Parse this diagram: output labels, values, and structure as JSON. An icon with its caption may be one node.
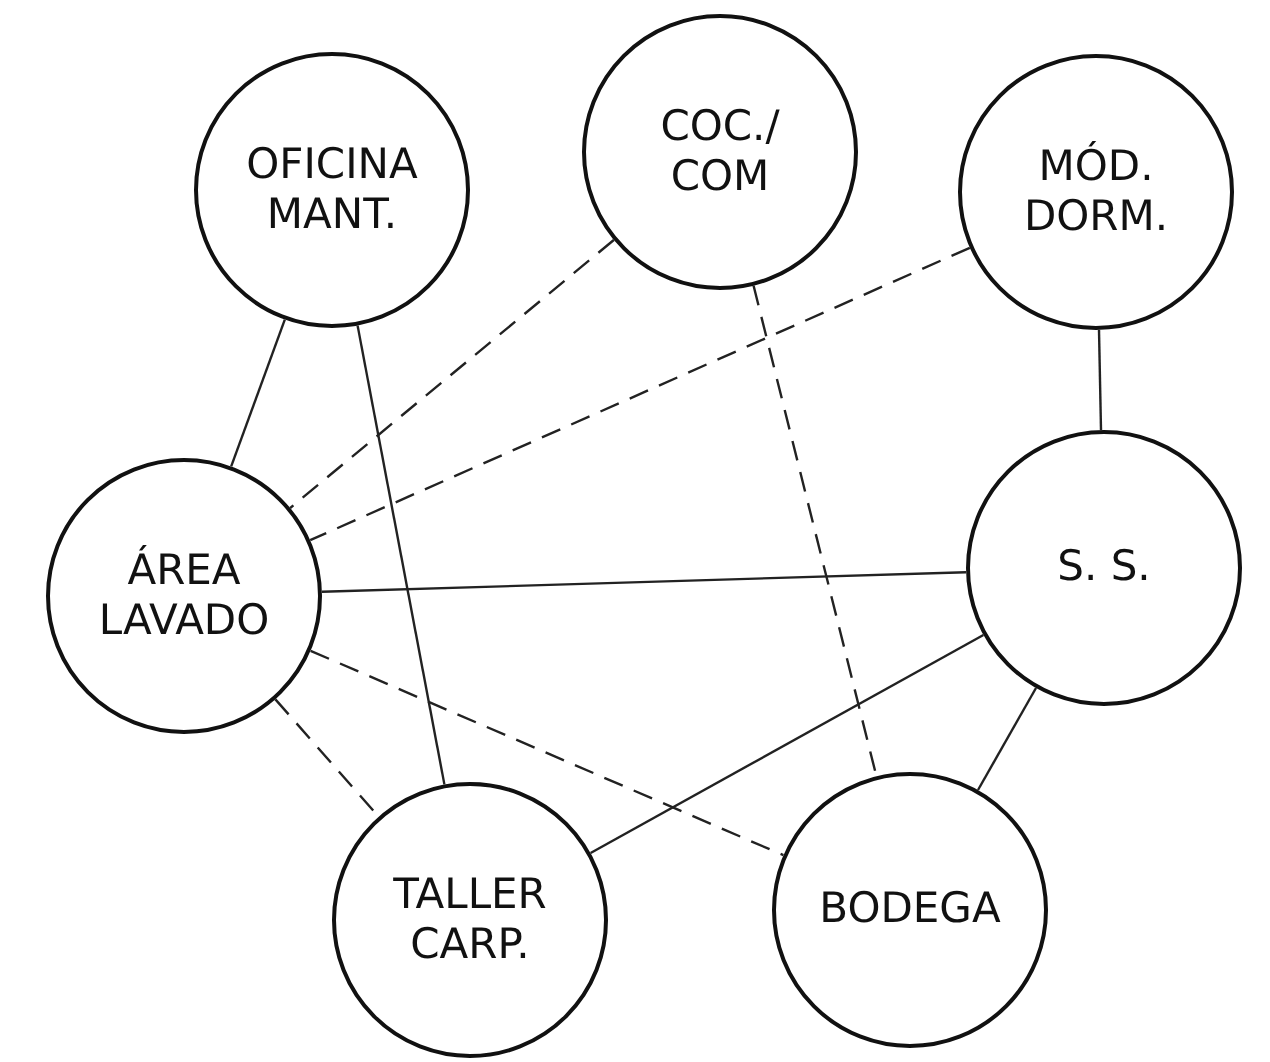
{
  "diagram": {
    "nodes": [
      {
        "text": [
          "OFICINA MANT."
        ]
      },
      {
        "text": [
          "COC./ COM"
        ]
      },
      {
        "text": [
          "MÓD. DORM."
        ]
      },
      {
        "text": [
          "ÁREA LAVADO"
        ]
      },
      {
        "text": [
          "S. S."
        ]
      },
      {
        "text": [
          "TALLER CARP."
        ]
      },
      {
        "text": [
          "BODEGA"
        ]
      }
    ],
    "edges": [
      {
        "from": 0,
        "to": 3,
        "arrow": "none"
      },
      {
        "from": 0,
        "to": 5,
        "arrow": "none"
      },
      {
        "from": 1,
        "to": 3,
        "arrow": "none",
        "style": "dashed"
      },
      {
        "from": 2,
        "to": 3,
        "arrow": "none",
        "style": "dashed"
      },
      {
        "from": 1,
        "to": 6,
        "arrow": "none",
        "style": "dashed"
      },
      {
        "from": 2,
        "to": 4,
        "arrow": "none"
      },
      {
        "from": 3,
        "to": 4,
        "arrow": "none"
      },
      {
        "from": 3,
        "to": 6,
        "arrow": "none",
        "style": "dashed"
      },
      {
        "from": 3,
        "to": 5,
        "arrow": "none",
        "style": "dashed"
      },
      {
        "from": 4,
        "to": 5,
        "arrow": "none"
      },
      {
        "from": 4,
        "to": 6,
        "arrow": "none"
      }
    ]
  }
}
